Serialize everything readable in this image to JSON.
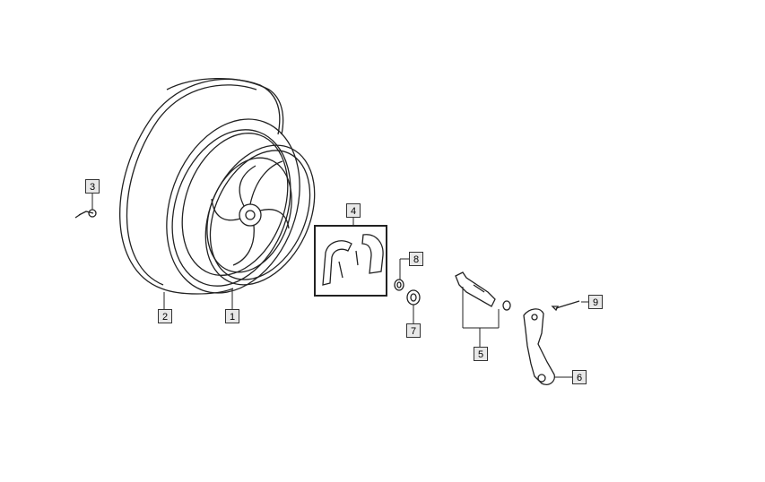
{
  "callouts": {
    "c1": "1",
    "c2": "2",
    "c3": "3",
    "c4": "4",
    "c5": "5",
    "c6": "6",
    "c7": "7",
    "c8": "8",
    "c9": "9"
  },
  "colors": {
    "line": "#222222",
    "label_fill": "#e8e8e8",
    "background": "#ffffff"
  }
}
